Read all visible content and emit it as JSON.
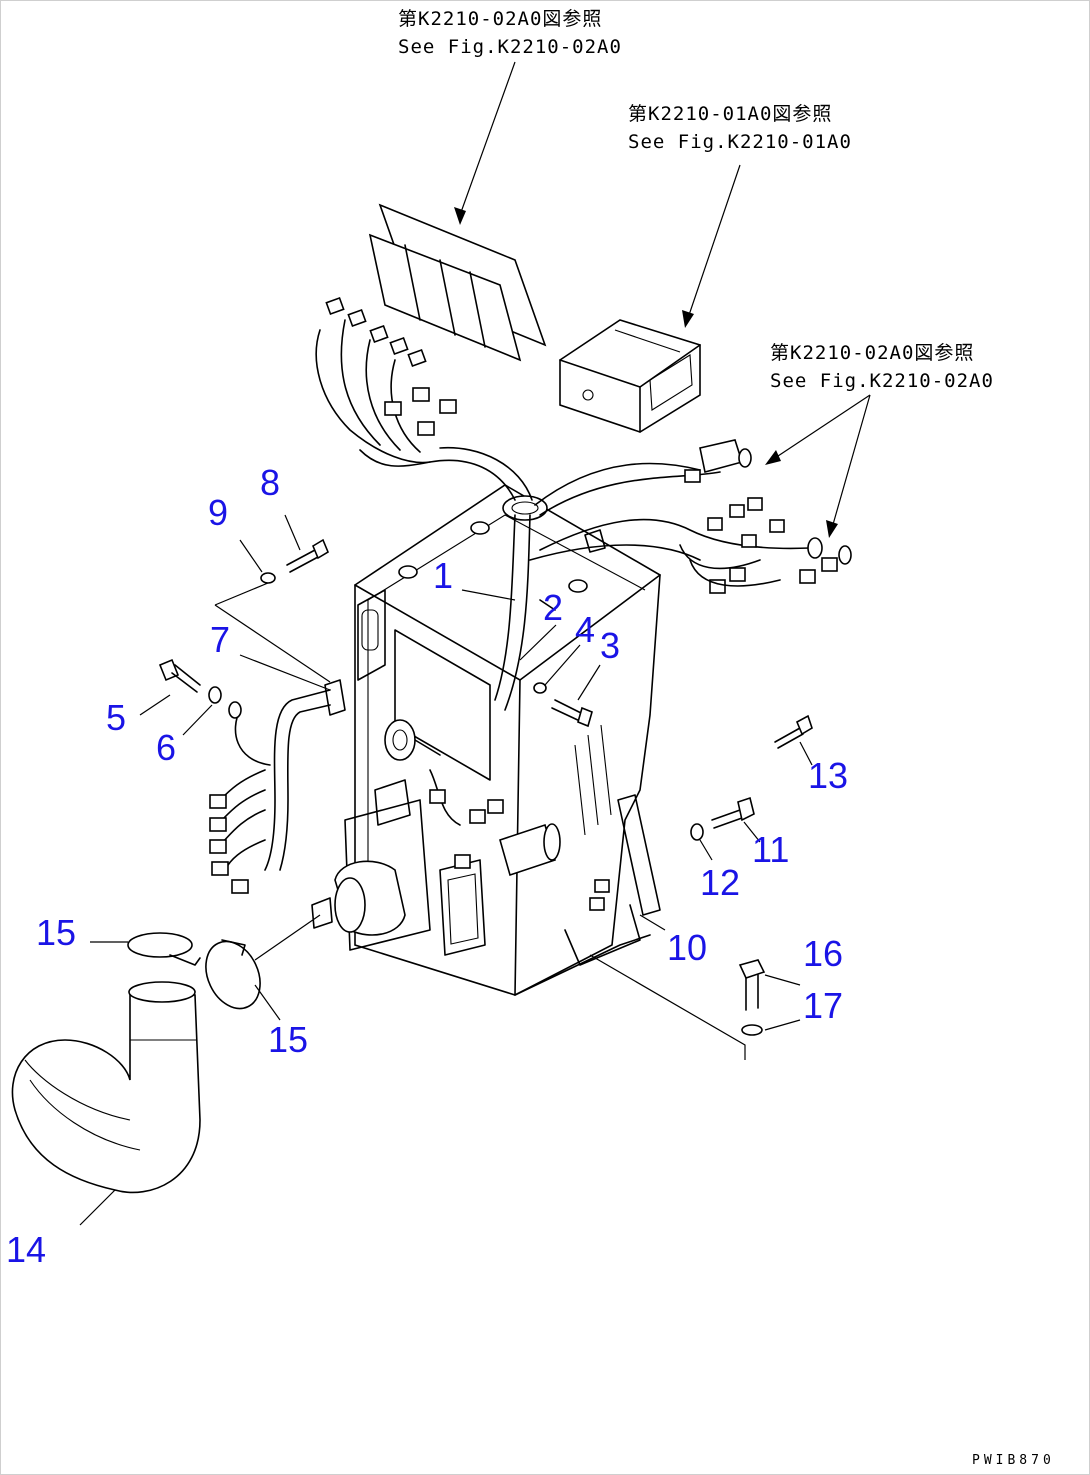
{
  "references": [
    {
      "id": "ref-1",
      "jp": "第K2210-02A0図参照",
      "en": "See Fig.K2210-02A0"
    },
    {
      "id": "ref-2",
      "jp": "第K2210-01A0図参照",
      "en": "See Fig.K2210-01A0"
    },
    {
      "id": "ref-3",
      "jp": "第K2210-02A0図参照",
      "en": "See Fig.K2210-02A0"
    }
  ],
  "callouts": [
    "1",
    "2",
    "3",
    "4",
    "5",
    "6",
    "7",
    "8",
    "9",
    "10",
    "11",
    "12",
    "13",
    "14",
    "15",
    "15",
    "16",
    "17"
  ],
  "drawing_code": "PWIB870",
  "colors": {
    "callout": "#1a14e6",
    "line": "#000000",
    "background": "#ffffff"
  }
}
